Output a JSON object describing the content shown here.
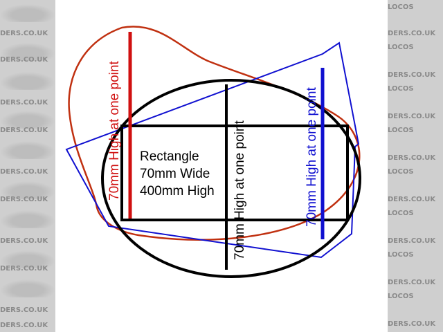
{
  "watermark": {
    "text_left": "DERS.CO.UK",
    "text_right": "LOCOS",
    "text_right_strip_a": "DERS.CO.UK",
    "text_right_strip_b": "LOCOS"
  },
  "labels": {
    "rectangle_line1": "Rectangle",
    "rectangle_line2": "70mm Wide",
    "rectangle_line3": "400mm High",
    "red_vertical": "70mm High at one point",
    "black_vertical": "70mm High at one point",
    "blue_vertical": "70mm High at one point"
  },
  "colors": {
    "red": "#d01010",
    "red_outline": "#c03010",
    "blue": "#1010d0",
    "black": "#000000",
    "watermark_bg": "#cfcfcf",
    "watermark_text": "#8a8a8a"
  }
}
